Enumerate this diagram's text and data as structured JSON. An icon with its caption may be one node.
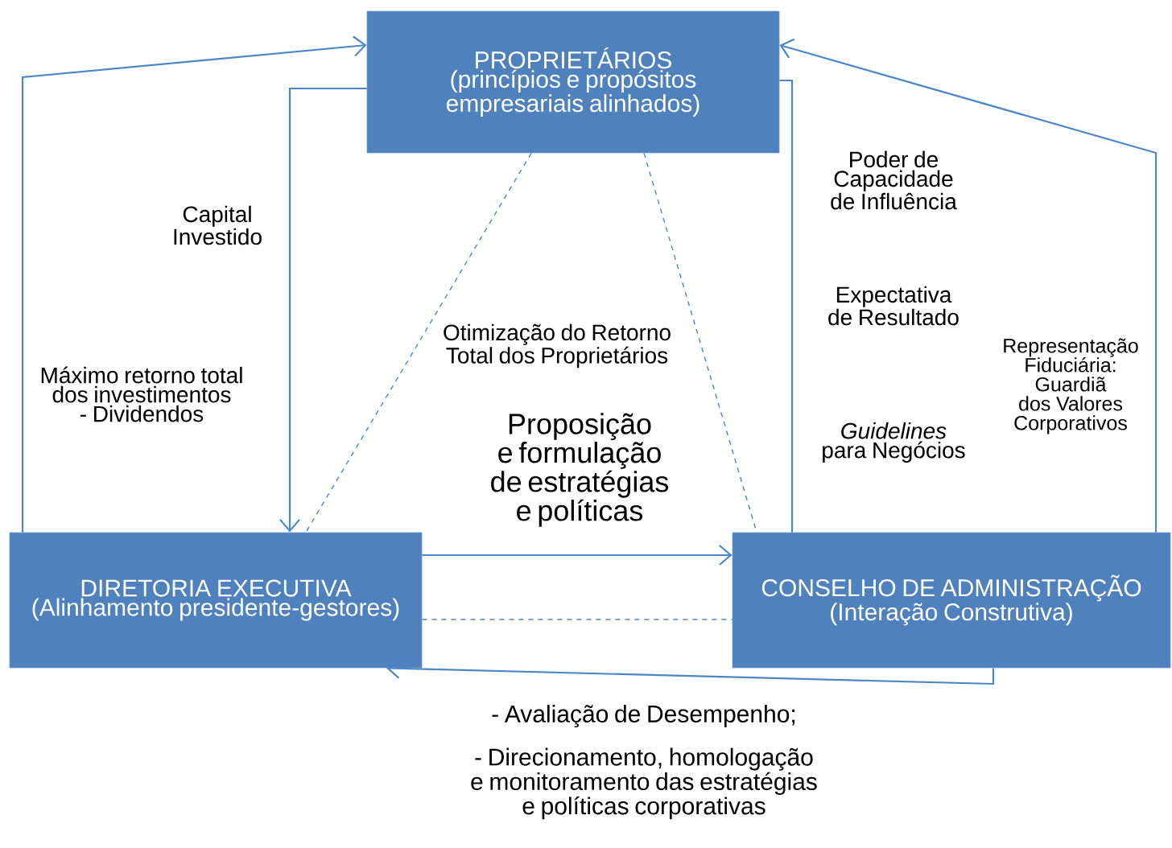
{
  "diagram": {
    "nodes": [
      {
        "text": [
          "PROPRIETÁRIOS",
          "(princípios e propósitos empresariais alinhados)"
        ]
      },
      {
        "text": [
          "DIRETORIA EXECUTIVA",
          "(Alinhamento presidente-gestores)"
        ]
      },
      {
        "text": [
          "CONSELHO DE ADMINISTRAÇÃO",
          "(Interação Construtiva)"
        ]
      }
    ],
    "edges": [
      {
        "from": 1,
        "to": 0,
        "arrow": "to",
        "label": "Máximo retorno total dos investimentos - Dividendos"
      },
      {
        "from": 0,
        "to": 1,
        "arrow": "to",
        "label": "Capital Investido"
      },
      {
        "from": 0,
        "to": 2,
        "arrow": "none",
        "label": "Poder de Capacidade de Influência"
      },
      {
        "from": 2,
        "to": 0,
        "arrow": "to",
        "label": "Representação Fiduciária: Guardiã dos Valores Corporativos"
      },
      {
        "from": 0,
        "to": 1,
        "arrow": "none",
        "style": "dashed"
      },
      {
        "from": 0,
        "to": 2,
        "arrow": "none",
        "style": "dashed"
      },
      {
        "from": 1,
        "to": 2,
        "arrow": "none",
        "style": "dashed"
      },
      {
        "from": 1,
        "to": 2,
        "arrow": "to",
        "label": "Proposição e formulação de estratégias e políticas"
      },
      {
        "from": 2,
        "to": 1,
        "arrow": "to",
        "label": "- Avaliação de Desempenho;"
      }
    ],
    "labels": [
      "Otimização do Retorno Total dos Proprietários",
      "Expectativa de Resultado",
      "*Guidelines* para Negócios",
      "- Direcionamento, homologação e monitoramento das estratégias e políticas corporativas"
    ]
  }
}
